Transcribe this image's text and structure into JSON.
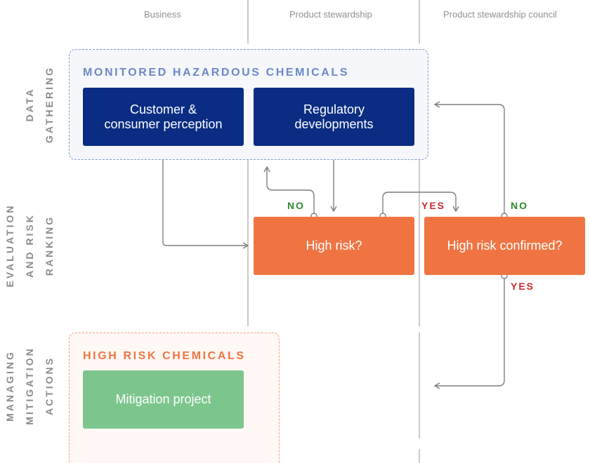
{
  "lanes": {
    "business": "Business",
    "product_stewardship": "Product stewardship",
    "product_stewardship_council": "Product stewardship council"
  },
  "phases": {
    "data_gathering": [
      "DATA",
      "GATHERING"
    ],
    "evaluation": [
      "EVALUATION",
      "AND RISK",
      "RANKING"
    ],
    "managing": [
      "MANAGING",
      "MITIGATION",
      "ACTIONS"
    ]
  },
  "groups": {
    "monitored": "MONITORED HAZARDOUS CHEMICALS",
    "high_risk": "HIGH RISK CHEMICALS"
  },
  "nodes": {
    "customer_perception": "Customer &\nconsumer perception",
    "regulatory_developments": "Regulatory\ndevelopments",
    "high_risk": "High risk?",
    "high_risk_confirmed": "High risk confirmed?",
    "mitigation_project": "Mitigation project"
  },
  "decision_labels": {
    "no_1": "NO",
    "yes_1": "YES",
    "no_2": "NO",
    "yes_2": "YES"
  },
  "colors": {
    "dark_blue": "#0a2d83",
    "orange": "#ef7442",
    "green": "#7cc68e",
    "group_blue_title": "#6b88c8",
    "group_orange_title": "#ef7442",
    "no_green": "#2c8a2c",
    "yes_red": "#c92a2a",
    "connector": "#7f7f7f",
    "lane_divider": "#a6a6a6"
  }
}
